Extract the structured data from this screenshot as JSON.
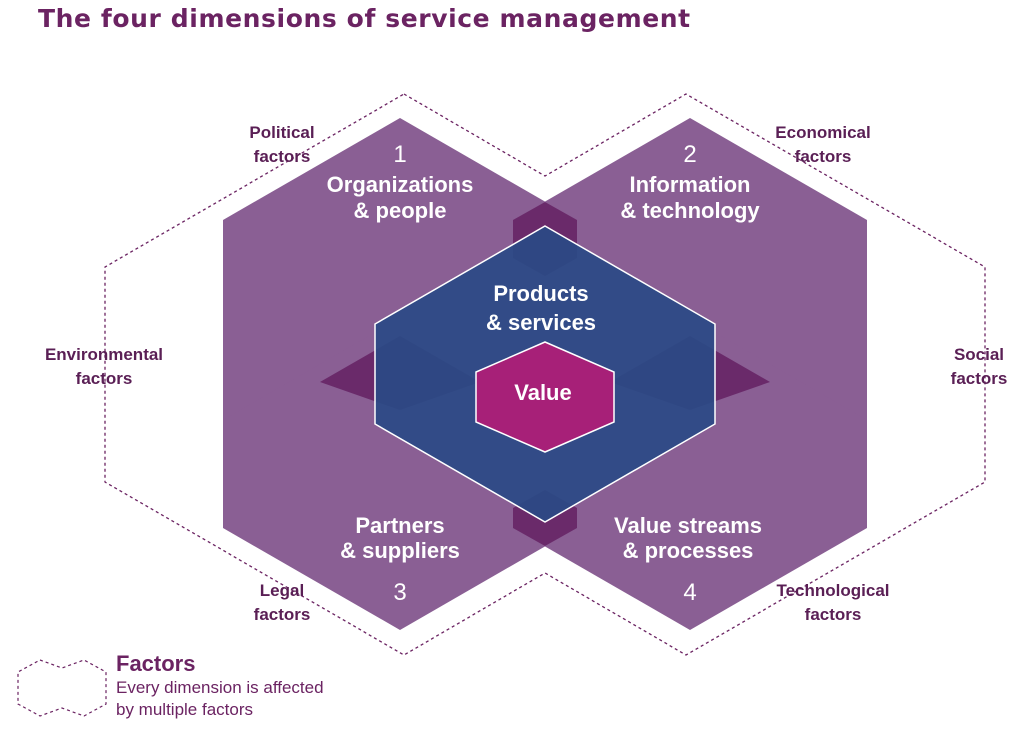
{
  "title": "The four dimensions of service management",
  "dimensions": [
    {
      "number": "1",
      "line1": "Organizations",
      "line2": "& people"
    },
    {
      "number": "2",
      "line1": "Information",
      "line2": "& technology"
    },
    {
      "number": "3",
      "line1": "Partners",
      "line2": "& suppliers"
    },
    {
      "number": "4",
      "line1": "Value streams",
      "line2": "& processes"
    }
  ],
  "center": {
    "line1": "Products",
    "line2": "& services",
    "core": "Value"
  },
  "factors": {
    "political": {
      "line1": "Political",
      "line2": "factors"
    },
    "economical": {
      "line1": "Economical",
      "line2": "factors"
    },
    "environmental": {
      "line1": "Environmental",
      "line2": "factors"
    },
    "social": {
      "line1": "Social",
      "line2": "factors"
    },
    "legal": {
      "line1": "Legal",
      "line2": "factors"
    },
    "technological": {
      "line1": "Technological",
      "line2": "factors"
    }
  },
  "legend": {
    "title": "Factors",
    "line1": "Every dimension is affected",
    "line2": "by multiple factors"
  },
  "colors": {
    "dimension": "#8a5f94",
    "overlap": "#6a2a6a",
    "center": "#2a4a86",
    "value": "#a72078",
    "text_dark": "#5a1f55"
  }
}
